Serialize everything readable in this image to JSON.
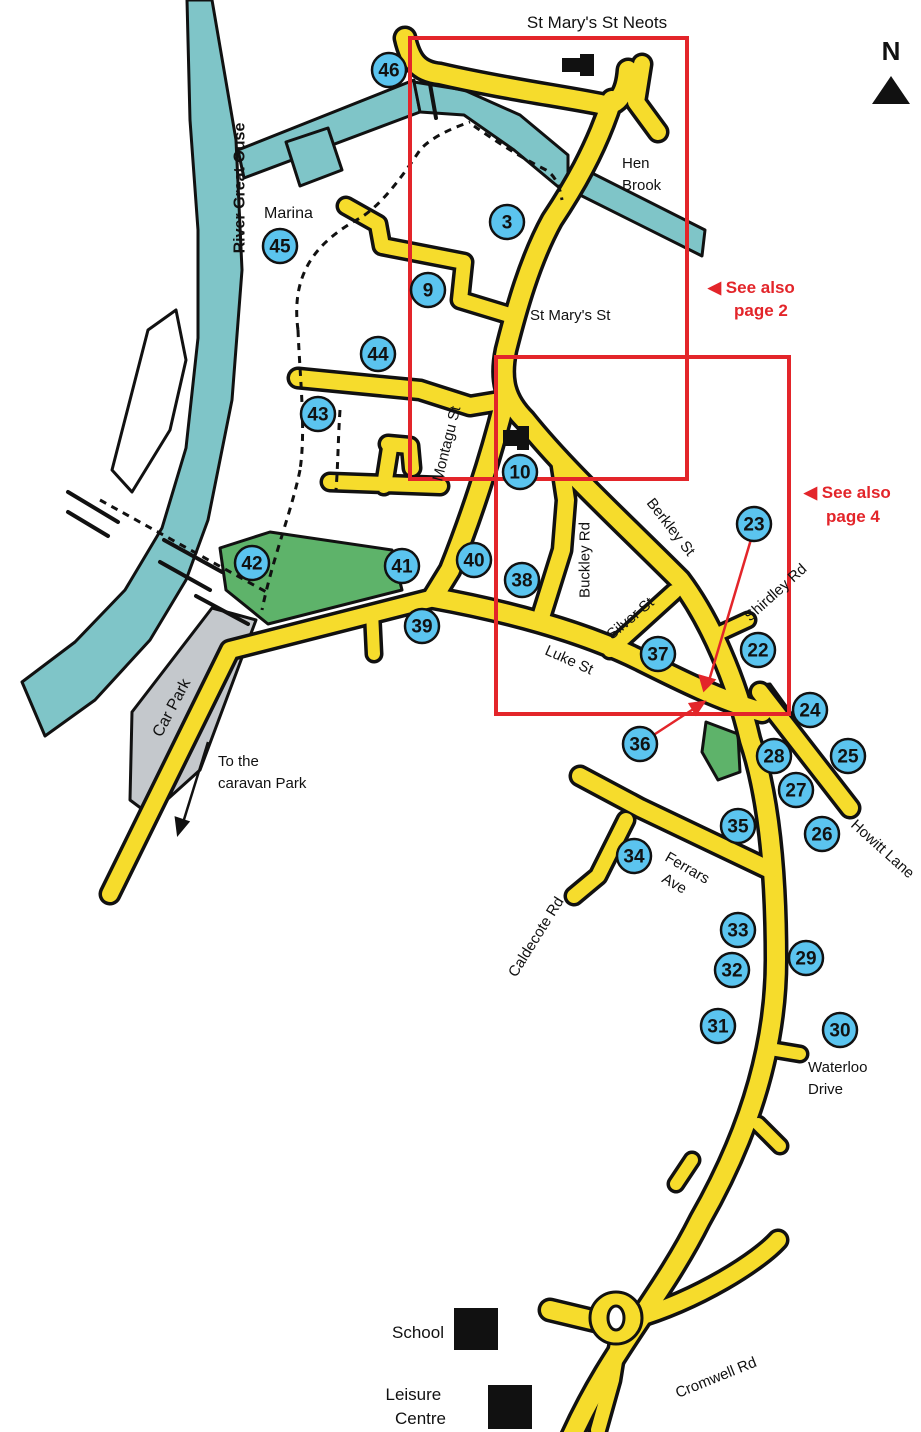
{
  "title": "St Mary's St Neots",
  "north_label": "N",
  "colors": {
    "road": "#f6dc2c",
    "river": "#7fc5c8",
    "park": "#5eb36a",
    "car_park": "#c4c8cc",
    "marker": "#5bc4ef",
    "highlight": "#e3252a",
    "outline": "#111111"
  },
  "labels": {
    "river": "River Great Ouse",
    "marina": "Marina",
    "hen_brook": [
      "Hen",
      "Brook"
    ],
    "st_marys_st": "St Mary's St",
    "montagu_st": "Montagu St",
    "buckley_rd": "Buckley Rd",
    "berkley_st": "Berkley St",
    "silver_st": "Silver St",
    "luke_st": "Luke St",
    "shirdley_rd": "Shirdley Rd",
    "howitt_lane": "Howitt Lane",
    "ferrars_ave": [
      "Ferrars",
      "Ave"
    ],
    "caldecote_rd": "Caldecote Rd",
    "waterloo_drive": [
      "Waterloo",
      "Drive"
    ],
    "cromwell_rd": "Cromwell Rd",
    "car_park": "Car Park",
    "caravan": [
      "To the",
      "caravan Park"
    ]
  },
  "see_also": [
    {
      "lines": [
        "◀ See also",
        "page 2"
      ]
    },
    {
      "lines": [
        "◀ See also",
        "page 4"
      ]
    }
  ],
  "legend": {
    "school": "School",
    "leisure": [
      "Leisure",
      "Centre"
    ]
  },
  "markers": [
    "46",
    "3",
    "45",
    "9",
    "44",
    "43",
    "10",
    "42",
    "41",
    "40",
    "38",
    "39",
    "37",
    "23",
    "22",
    "24",
    "36",
    "28",
    "25",
    "27",
    "35",
    "26",
    "34",
    "33",
    "29",
    "32",
    "31",
    "30"
  ]
}
